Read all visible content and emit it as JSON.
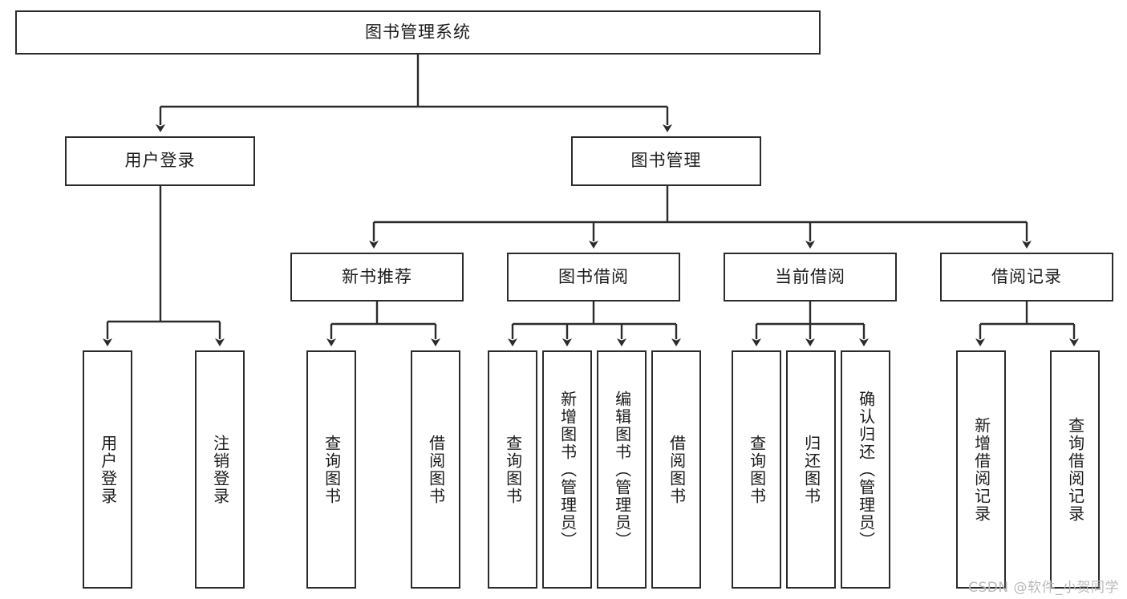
{
  "diagram": {
    "type": "tree",
    "title": "图书管理系统",
    "stroke_color": "#2b2b2b",
    "fill_color": "#ffffff",
    "text_color": "#1b1b1b",
    "watermark": "CSDN @软件_小贺同学"
  },
  "levels": {
    "root": {
      "label": "图书管理系统"
    },
    "level2": [
      {
        "label": "用户登录"
      },
      {
        "label": "图书管理"
      }
    ],
    "level3": [
      {
        "label": "新书推荐"
      },
      {
        "label": "图书借阅"
      },
      {
        "label": "当前借阅"
      },
      {
        "label": "借阅记录"
      }
    ],
    "level4": [
      {
        "label": "用户登录",
        "parent": "用户登录"
      },
      {
        "label": "注销登录",
        "parent": "用户登录"
      },
      {
        "label": "查询图书",
        "parent": "新书推荐"
      },
      {
        "label": "借阅图书",
        "parent": "新书推荐"
      },
      {
        "label": "查询图书",
        "parent": "图书借阅"
      },
      {
        "label": "新增图书（管理员）",
        "parent": "图书借阅"
      },
      {
        "label": "编辑图书（管理员）",
        "parent": "图书借阅"
      },
      {
        "label": "借阅图书",
        "parent": "图书借阅"
      },
      {
        "label": "查询图书",
        "parent": "当前借阅"
      },
      {
        "label": "归还图书",
        "parent": "当前借阅"
      },
      {
        "label": "确认归还（管理员）",
        "parent": "当前借阅"
      },
      {
        "label": "新增借阅记录",
        "parent": "借阅记录"
      },
      {
        "label": "查询借阅记录",
        "parent": "借阅记录"
      }
    ]
  }
}
